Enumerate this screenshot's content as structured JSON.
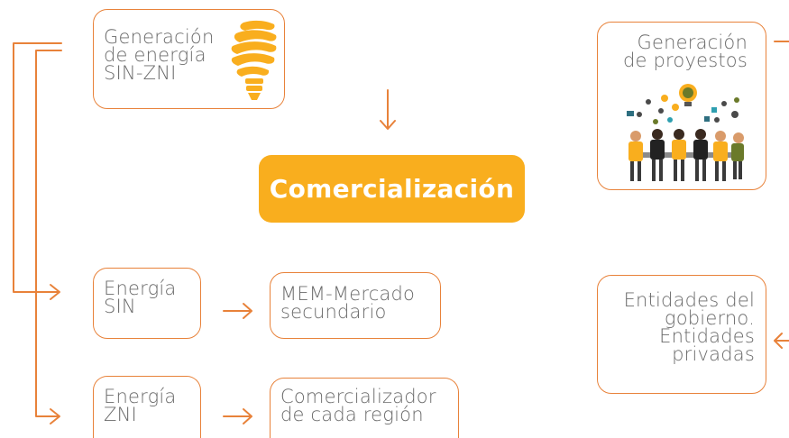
{
  "colors": {
    "accent_orange": "#e8823a",
    "center_fill": "#f9ae1e",
    "text_gray": "#6b6b6b",
    "center_text": "#ffffff"
  },
  "nodes": {
    "generacion_energia": "Generación\nde energía\nSIN-ZNI",
    "generacion_proyectos": "Generación\nde proyestos",
    "comercializacion": "Comercialización",
    "energia_sin": "Energía\nSIN",
    "mem": "MEM-Mercado\nsecundario",
    "energia_zni": "Energía\nZNI",
    "comercializador": "Comercializador\nde cada región",
    "entidades": "Entidades del\ngobierno.\nEntidades\nprivadas"
  },
  "icons": {
    "generacion_energia": "lightbulb-icon",
    "generacion_proyectos": "team-meeting-icon"
  }
}
